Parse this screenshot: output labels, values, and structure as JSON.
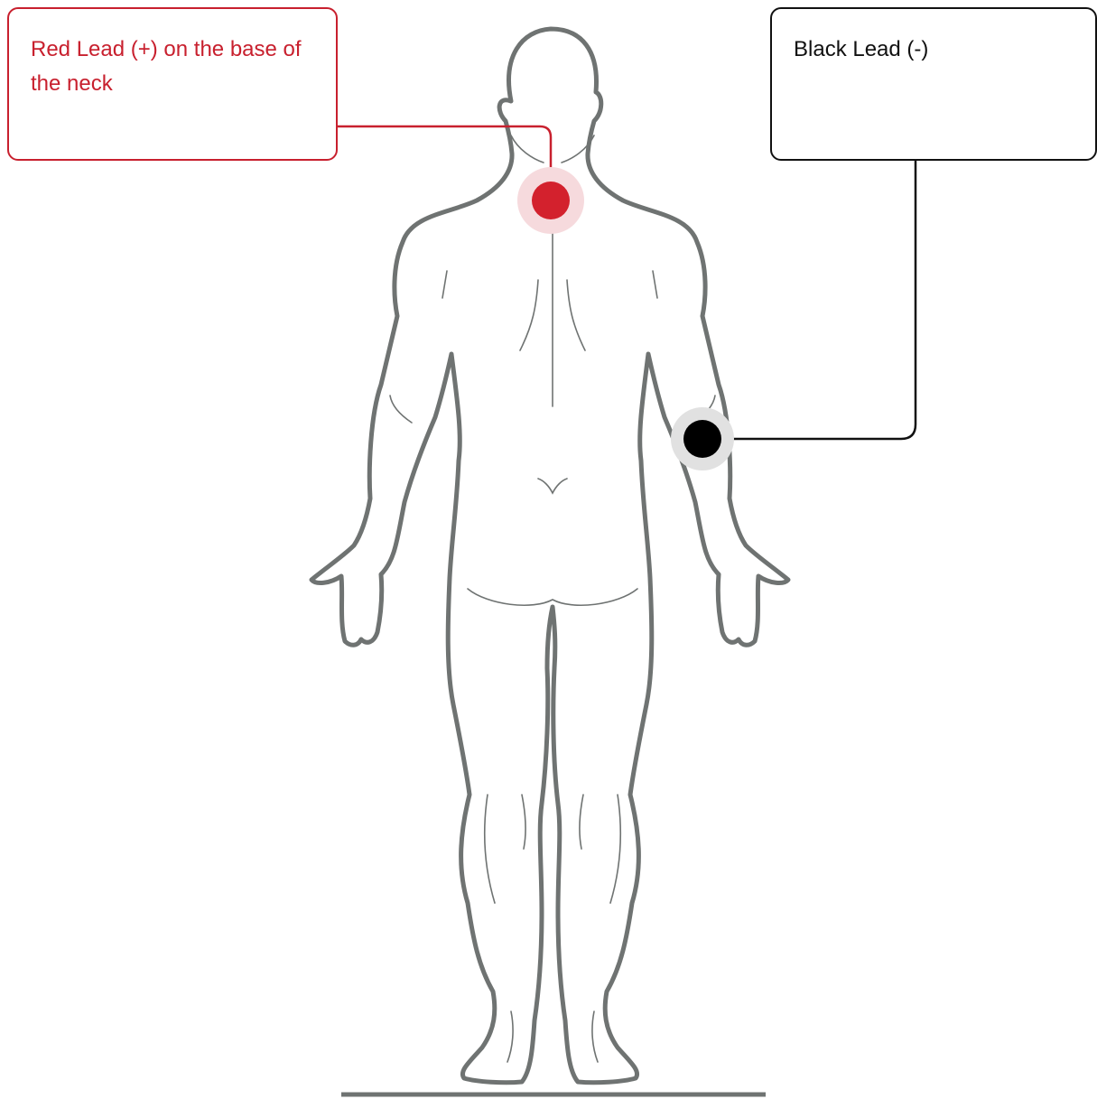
{
  "callouts": {
    "red": {
      "text": "Red Lead (+) on the base of the neck",
      "color": "#c8202e"
    },
    "black": {
      "text": "Black Lead (-)",
      "color": "#111111"
    }
  },
  "figure": {
    "view": "posterior",
    "outline_color": "#6f7372"
  }
}
